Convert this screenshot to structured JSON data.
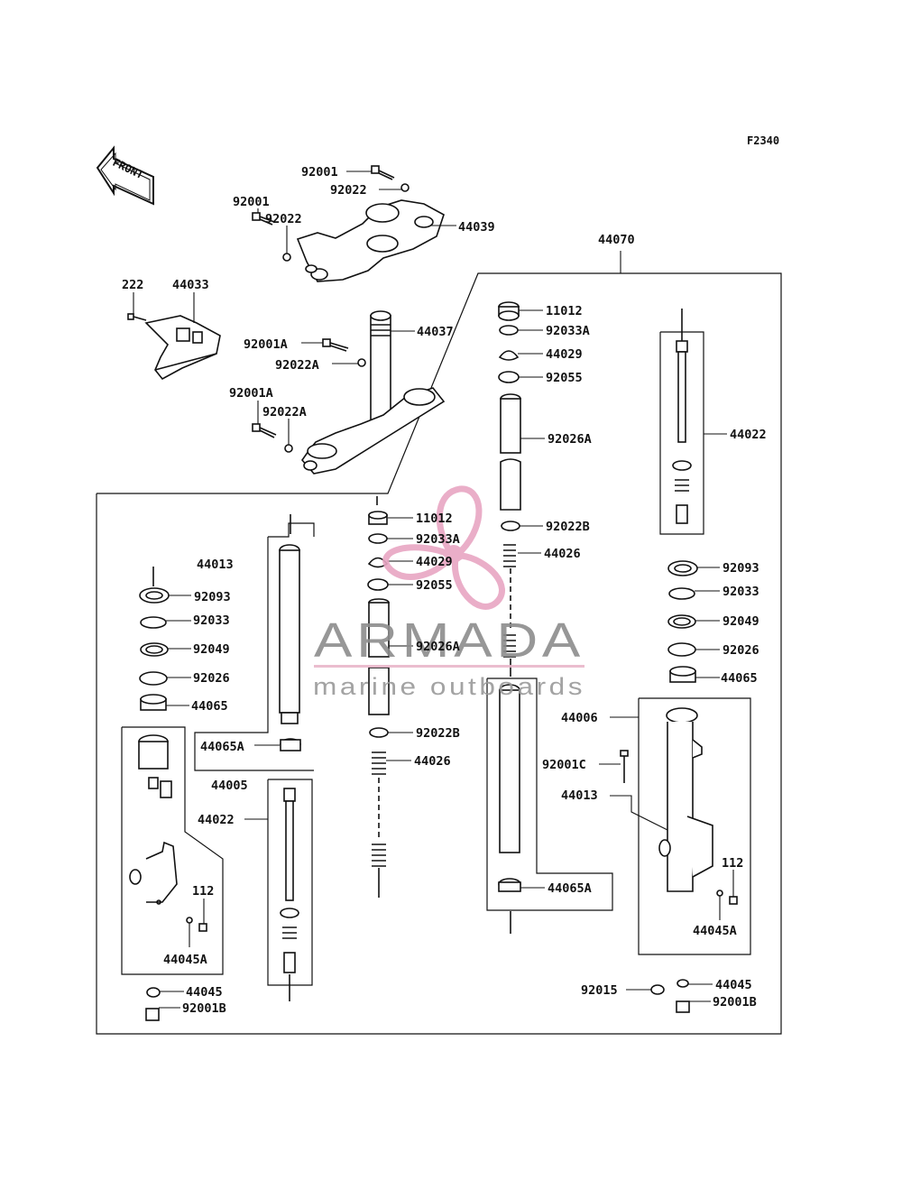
{
  "figure_code": "F2340",
  "front_arrow": {
    "label": "FRONT"
  },
  "watermark": {
    "brand": "ARMADA",
    "tagline": "marine outboards",
    "colors": {
      "brand": "#8c8c8c",
      "tagline": "#9a9a9a",
      "propeller": "#e8a6c3",
      "rule": "#e9b6ca"
    }
  },
  "labels": {
    "l92001_top": "92001",
    "l92022_top": "92022",
    "l92001_left": "92001",
    "l92022_left": "92022",
    "l44039": "44039",
    "l44070": "44070",
    "l222": "222",
    "l44033": "44033",
    "l44037": "44037",
    "l92001A_1": "92001A",
    "l92022A_1": "92022A",
    "l92001A_2": "92001A",
    "l92022A_2": "92022A",
    "r11012": "11012",
    "r92033A": "92033A",
    "r44029": "44029",
    "r92055": "92055",
    "r92026A": "92026A",
    "r44022": "44022",
    "r92022B": "92022B",
    "r44026": "44026",
    "r92093": "92093",
    "r92033": "92033",
    "r92049": "92049",
    "r92026": "92026",
    "r44065": "44065",
    "r44006": "44006",
    "r92001C": "92001C",
    "r44013": "44013",
    "r112": "112",
    "r44045A": "44045A",
    "r44065A": "44065A",
    "r92015": "92015",
    "r44045": "44045",
    "r92001B": "92001B",
    "c11012": "11012",
    "c92033A": "92033A",
    "c44029": "44029",
    "c92055": "92055",
    "c92026A": "92026A",
    "c92022B": "92022B",
    "c44026": "44026",
    "lf44013": "44013",
    "lf92093": "92093",
    "lf92033": "92033",
    "lf92049": "92049",
    "lf92026": "92026",
    "lf44065": "44065",
    "lf44065A": "44065A",
    "lf44005": "44005",
    "lf44022": "44022",
    "lf112": "112",
    "lf44045A": "44045A",
    "lf44045": "44045",
    "lf92001B": "92001B"
  }
}
